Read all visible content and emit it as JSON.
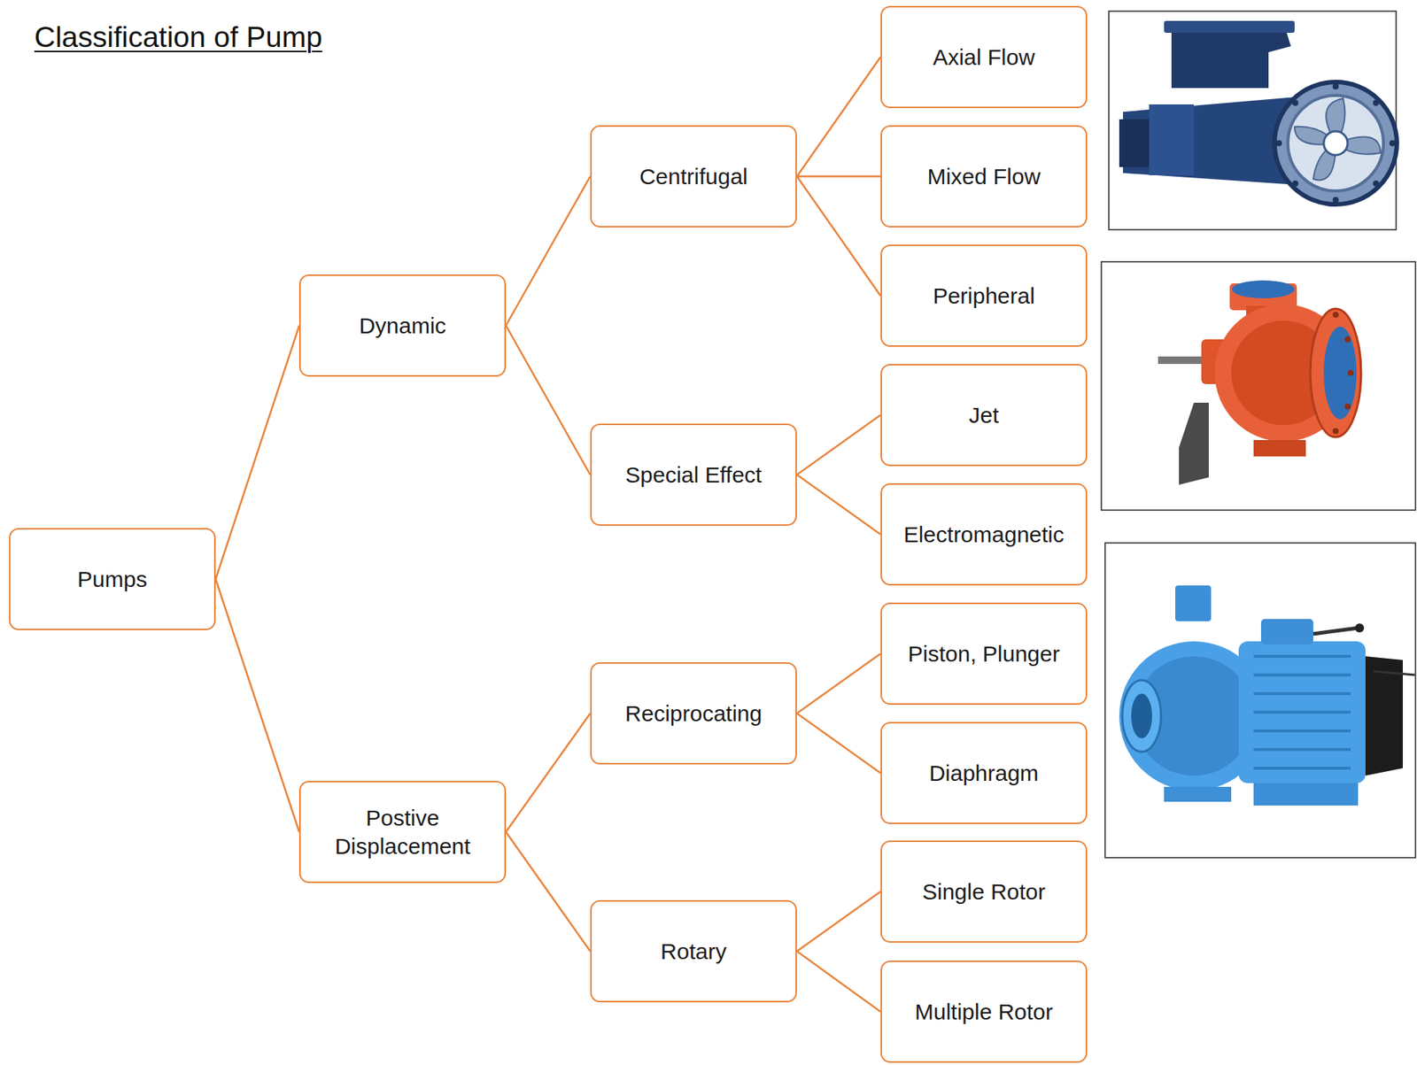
{
  "diagram": {
    "title": "Classification of Pump",
    "nodes": [
      {
        "text": [
          "Pumps"
        ]
      },
      {
        "text": [
          "Dynamic"
        ]
      },
      {
        "text": [
          "Centrifugal"
        ]
      },
      {
        "text": [
          "Axial Flow"
        ]
      },
      {
        "text": [
          "Mixed Flow"
        ]
      },
      {
        "text": [
          "Peripheral"
        ]
      },
      {
        "text": [
          "Special Effect"
        ]
      },
      {
        "text": [
          "Jet"
        ]
      },
      {
        "text": [
          "Electromagnetic"
        ]
      },
      {
        "text": [
          "Postive Displacement"
        ]
      },
      {
        "text": [
          "Reciprocating"
        ]
      },
      {
        "text": [
          "Piston, Plunger"
        ]
      },
      {
        "text": [
          "Diaphragm"
        ]
      },
      {
        "text": [
          "Rotary"
        ]
      },
      {
        "text": [
          "Single Rotor"
        ]
      },
      {
        "text": [
          "Multiple Rotor"
        ]
      }
    ],
    "edges": [
      {
        "from": 0,
        "to": 1,
        "arrow": "none"
      },
      {
        "from": 0,
        "to": 9,
        "arrow": "none"
      },
      {
        "from": 1,
        "to": 2,
        "arrow": "none"
      },
      {
        "from": 1,
        "to": 6,
        "arrow": "none"
      },
      {
        "from": 2,
        "to": 3,
        "arrow": "none"
      },
      {
        "from": 2,
        "to": 4,
        "arrow": "none"
      },
      {
        "from": 2,
        "to": 5,
        "arrow": "none"
      },
      {
        "from": 6,
        "to": 7,
        "arrow": "none"
      },
      {
        "from": 6,
        "to": 8,
        "arrow": "none"
      },
      {
        "from": 9,
        "to": 10,
        "arrow": "none"
      },
      {
        "from": 9,
        "to": 13,
        "arrow": "none"
      },
      {
        "from": 10,
        "to": 11,
        "arrow": "none"
      },
      {
        "from": 10,
        "to": 12,
        "arrow": "none"
      },
      {
        "from": 13,
        "to": 14,
        "arrow": "none"
      },
      {
        "from": 13,
        "to": 15,
        "arrow": "none"
      }
    ]
  }
}
